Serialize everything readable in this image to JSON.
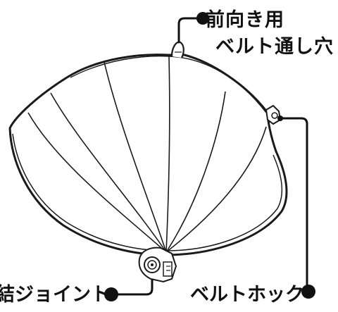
{
  "diagram": {
    "callouts": {
      "front_belt_slot_line1": "前向き用",
      "front_belt_slot_line2": "ベルト通し穴",
      "joint": "結ジョイント",
      "belt_hook": "ベルトホック"
    },
    "colors": {
      "line": "#1a1a1a",
      "canopy_fill": "#ffffff",
      "marker": "#111111"
    }
  }
}
